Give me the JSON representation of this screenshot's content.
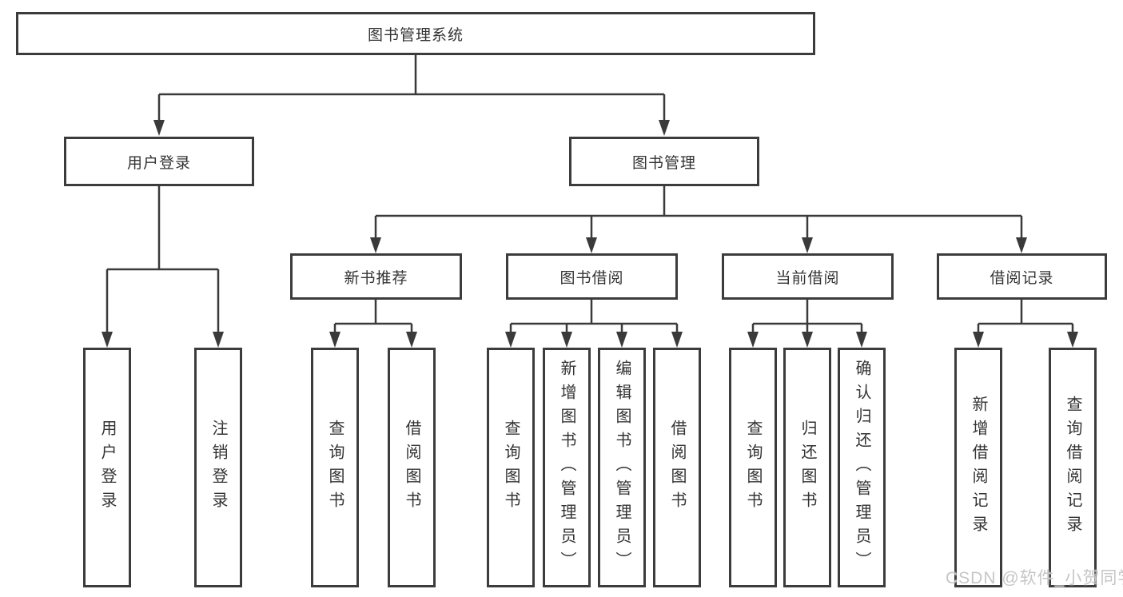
{
  "diagram": {
    "title": "图书管理系统",
    "nodes": {
      "root": "图书管理系统",
      "user_login": "用户登录",
      "book_mgmt": "图书管理",
      "new_book_rec": "新书推荐",
      "book_borrow": "图书借阅",
      "current_borrow": "当前借阅",
      "borrow_records": "借阅记录",
      "ul_leaves": [
        "用户登录",
        "注销登录"
      ],
      "nb_leaves": [
        "查询图书",
        "借阅图书"
      ],
      "bb_leaves": [
        "查询图书",
        "新增图书（管理员）",
        "编辑图书（管理员）",
        "借阅图书"
      ],
      "cb_leaves": [
        "查询图书",
        "归还图书",
        "确认归还（管理员）"
      ],
      "br_leaves": [
        "新增借阅记录",
        "查询借阅记录"
      ]
    },
    "colors": {
      "line": "#3a3a3a",
      "border": "#3c3c3c",
      "text": "#333333",
      "background": "#ffffff",
      "watermark": "#c6c6c6"
    },
    "watermark": "CSDN @软件_小贺同学"
  }
}
